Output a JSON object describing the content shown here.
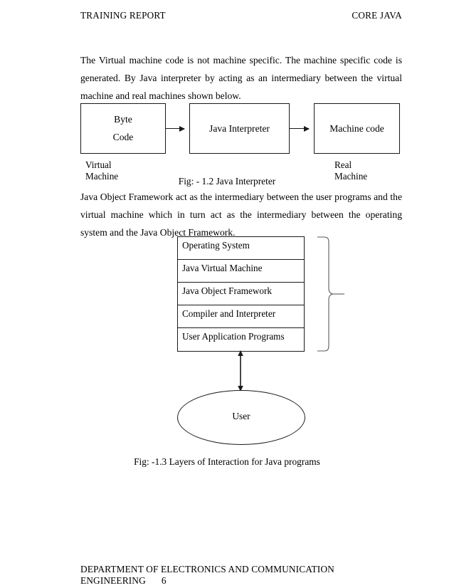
{
  "header": {
    "left": "TRAINING REPORT",
    "right": "CORE JAVA"
  },
  "paragraphs": {
    "p1_line1": "The Virtual machine code is not machine specific. The machine specific code is generated.",
    "p1_line2": "By Java interpreter by acting as an intermediary between the virtual machine and real",
    "p1_line3": "machines shown below.",
    "p2_line1": "Java Object Framework act as the intermediary between the user programs and the virtual",
    "p2_line2": "machine which in turn act as the intermediary between the operating system and the Java",
    "p2_line3": "Object Framework."
  },
  "figure1": {
    "box1_line1": "Byte",
    "box1_line2": "Code",
    "box2": "Java Interpreter",
    "box3": "Machine code",
    "left_label": "Virtual Machine",
    "right_label": "Real Machine",
    "caption": "Fig: - 1.2 Java Interpreter"
  },
  "figure2": {
    "layers": [
      "Operating System",
      "Java Virtual Machine",
      "Java Object Framework",
      "Compiler and Interpreter",
      "User Application Programs"
    ],
    "user_label": "User",
    "caption": "Fig: -1.3 Layers of Interaction for Java programs"
  },
  "footer": {
    "department": "DEPARTMENT OF ELECTRONICS AND COMMUNICATION ENGINEERING",
    "page_number": "6"
  },
  "colors": {
    "ink": "#1a1a1a",
    "page_background": "#ffffff"
  }
}
